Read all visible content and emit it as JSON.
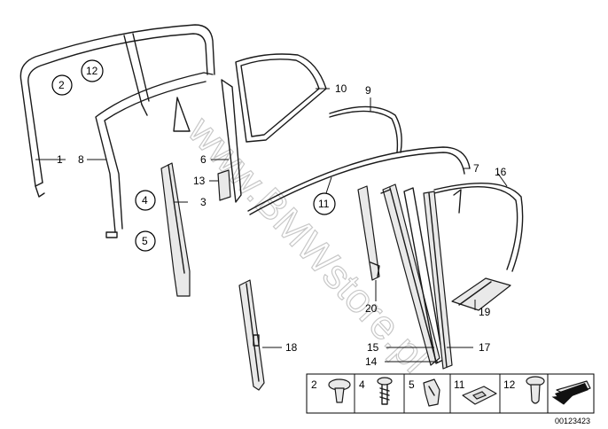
{
  "watermark": "www.BMWstore.pl",
  "diagram_code": "00123423",
  "labels": {
    "l1": "1",
    "l2": "2",
    "l3": "3",
    "l4": "4",
    "l5": "5",
    "l6": "6",
    "l7": "7",
    "l8": "8",
    "l9": "9",
    "l10": "10",
    "l11": "11",
    "l12": "12",
    "l13": "13",
    "l14": "14",
    "l15": "15",
    "l16": "16",
    "l17": "17",
    "l18": "18",
    "l19": "19",
    "l20": "20"
  },
  "legend": {
    "items": [
      {
        "num": "2",
        "icon": "round-head-clip-icon"
      },
      {
        "num": "4",
        "icon": "screw-icon"
      },
      {
        "num": "5",
        "icon": "spring-clip-icon"
      },
      {
        "num": "11",
        "icon": "flat-clip-icon"
      },
      {
        "num": "12",
        "icon": "expanding-rivet-icon"
      }
    ],
    "arrow_icon": "arrow-left-icon"
  }
}
